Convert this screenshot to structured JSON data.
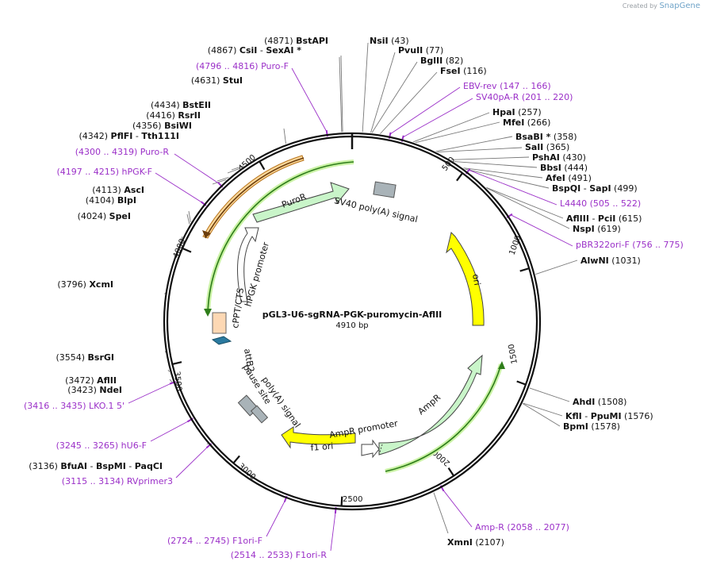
{
  "credit": {
    "prefix": "Created by",
    "brand": "SnapGene"
  },
  "plasmid": {
    "name": "pGL3-U6-sgRNA-PGK-puromycin-AflII",
    "size": "4910 bp"
  },
  "ticks": [
    "500",
    "1000",
    "1500",
    "2000",
    "2500",
    "3000",
    "3500",
    "4000",
    "4500"
  ],
  "enzymes": [
    {
      "pos": "(4871)",
      "name": "BstAPI"
    },
    {
      "pos": "(4867)",
      "name": "CsiI",
      "name2": "SexAI *"
    },
    {
      "pos": "(4631)",
      "name": "StuI"
    },
    {
      "pos": "(4434)",
      "name": "BstEII"
    },
    {
      "pos": "(4416)",
      "name": "RsrII"
    },
    {
      "pos": "(4356)",
      "name": "BsiWI"
    },
    {
      "pos": "(4342)",
      "name": "PflFI",
      "name2": "Tth111I"
    },
    {
      "pos": "(4113)",
      "name": "AscI"
    },
    {
      "pos": "(4104)",
      "name": "BlpI"
    },
    {
      "pos": "(4024)",
      "name": "SpeI"
    },
    {
      "pos": "(3796)",
      "name": "XcmI"
    },
    {
      "pos": "(3554)",
      "name": "BsrGI"
    },
    {
      "pos": "(3472)",
      "name": "AflII"
    },
    {
      "pos": "(3423)",
      "name": "NdeI"
    },
    {
      "pos": "(3136)",
      "name": "BfuAI",
      "name2": "BspMI",
      "name3": "PaqCI"
    },
    {
      "name": "NsiI",
      "pos": "(43)"
    },
    {
      "name": "PvuII",
      "pos": "(77)"
    },
    {
      "name": "BglII",
      "pos": "(82)"
    },
    {
      "name": "FseI",
      "pos": "(116)"
    },
    {
      "name": "HpaI",
      "pos": "(257)"
    },
    {
      "name": "MfeI",
      "pos": "(266)"
    },
    {
      "name": "BsaBI *",
      "pos": "(358)"
    },
    {
      "name": "SalI",
      "pos": "(365)"
    },
    {
      "name": "PshAI",
      "pos": "(430)"
    },
    {
      "name": "BbsI",
      "pos": "(444)"
    },
    {
      "name": "AfeI",
      "pos": "(491)"
    },
    {
      "name": "BspQI",
      "name2": "SapI",
      "pos": "(499)"
    },
    {
      "name": "AflIII",
      "name2": "PciI",
      "pos": "(615)"
    },
    {
      "name": "NspI",
      "pos": "(619)"
    },
    {
      "name": "AlwNI",
      "pos": "(1031)"
    },
    {
      "name": "AhdI",
      "pos": "(1508)"
    },
    {
      "name": "KflI",
      "name2": "PpuMI",
      "pos": "(1576)"
    },
    {
      "name": "BpmI",
      "pos": "(1578)"
    },
    {
      "name": "XmnI",
      "pos": "(2107)"
    }
  ],
  "primers": [
    {
      "range": "(4796 .. 4816)",
      "name": "Puro-F"
    },
    {
      "range": "(4300 .. 4319)",
      "name": "Puro-R"
    },
    {
      "range": "(4197 .. 4215)",
      "name": "hPGK-F"
    },
    {
      "range": "(3416 .. 3435)",
      "name": "LKO.1 5'"
    },
    {
      "range": "(3245 .. 3265)",
      "name": "hU6-F"
    },
    {
      "range": "(3115 .. 3134)",
      "name": "RVprimer3"
    },
    {
      "range": "(2724 .. 2745)",
      "name": "F1ori-F"
    },
    {
      "range": "(2514 .. 2533)",
      "name": "F1ori-R"
    },
    {
      "range": "(2058 .. 2077)",
      "name": "Amp-R"
    },
    {
      "name": "EBV-rev",
      "range": "(147 .. 166)"
    },
    {
      "name": "SV40pA-R",
      "range": "(201 .. 220)"
    },
    {
      "name": "L4440",
      "range": "(505 .. 522)"
    },
    {
      "name": "pBR322ori-F",
      "range": "(756 .. 775)"
    }
  ],
  "features": {
    "sv40": "SV40 poly(A) signal",
    "puror": "PuroR",
    "hpgk": "hPGK promoter",
    "cppt": "cPPT/CTS",
    "attb2": "attB2",
    "polya": "poly(A) signal",
    "pause": "pause site",
    "f1ori": "f1 ori",
    "amprprom": "AmpR promoter",
    "ampr": "AmpR",
    "ori": "ori"
  },
  "colors": {
    "primer": "#9b30c8",
    "enzyme": "#000000",
    "green_orf": "#2e7d1a",
    "orange_orf": "#b9751c",
    "feature_green": "#c9f5c9",
    "feature_yellow": "#ffff00",
    "feature_orange": "#fdd8b4"
  }
}
